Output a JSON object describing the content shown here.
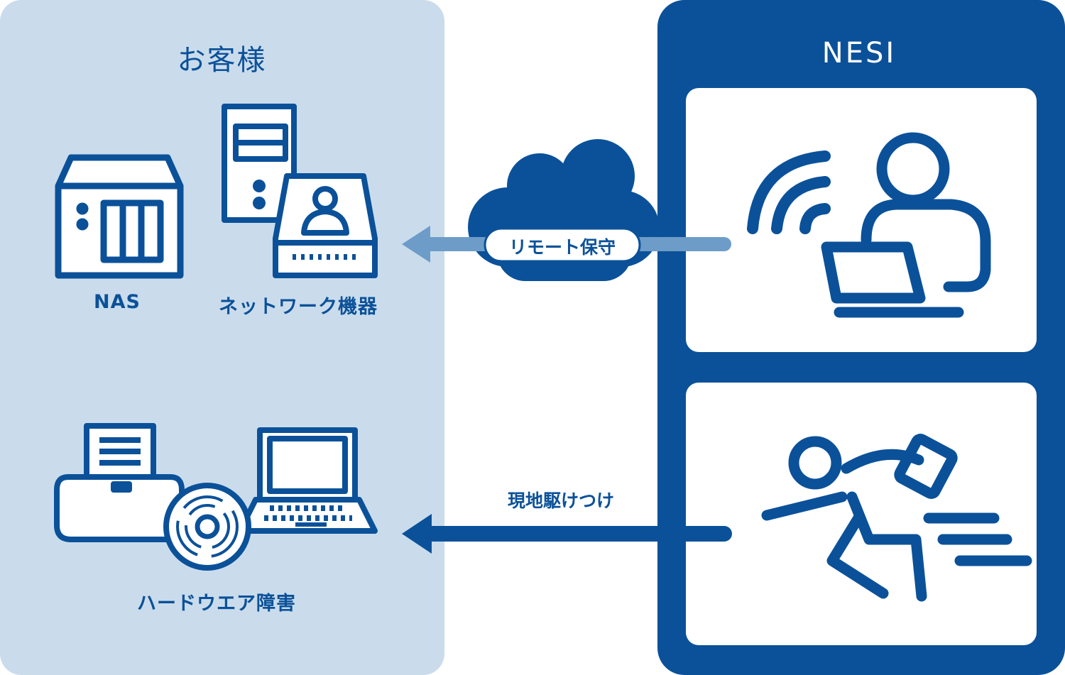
{
  "customer": {
    "title": "お客様",
    "devices": {
      "nas": "NAS",
      "network": "ネットワーク機器",
      "hardware": "ハードウエア障害"
    }
  },
  "provider": {
    "title": "NESI"
  },
  "arrows": {
    "remote": "リモート保守",
    "onsite": "現地駆けつけ"
  },
  "colors": {
    "primary": "#0b5199",
    "light_panel": "#cadcec",
    "arrow_light": "#6d9cc8"
  },
  "icons": [
    "nas-icon",
    "server-icon",
    "network-device-icon",
    "printer-icon",
    "disc-icon",
    "laptop-icon",
    "cloud-icon",
    "operator-icon",
    "wifi-icon",
    "runner-icon"
  ]
}
